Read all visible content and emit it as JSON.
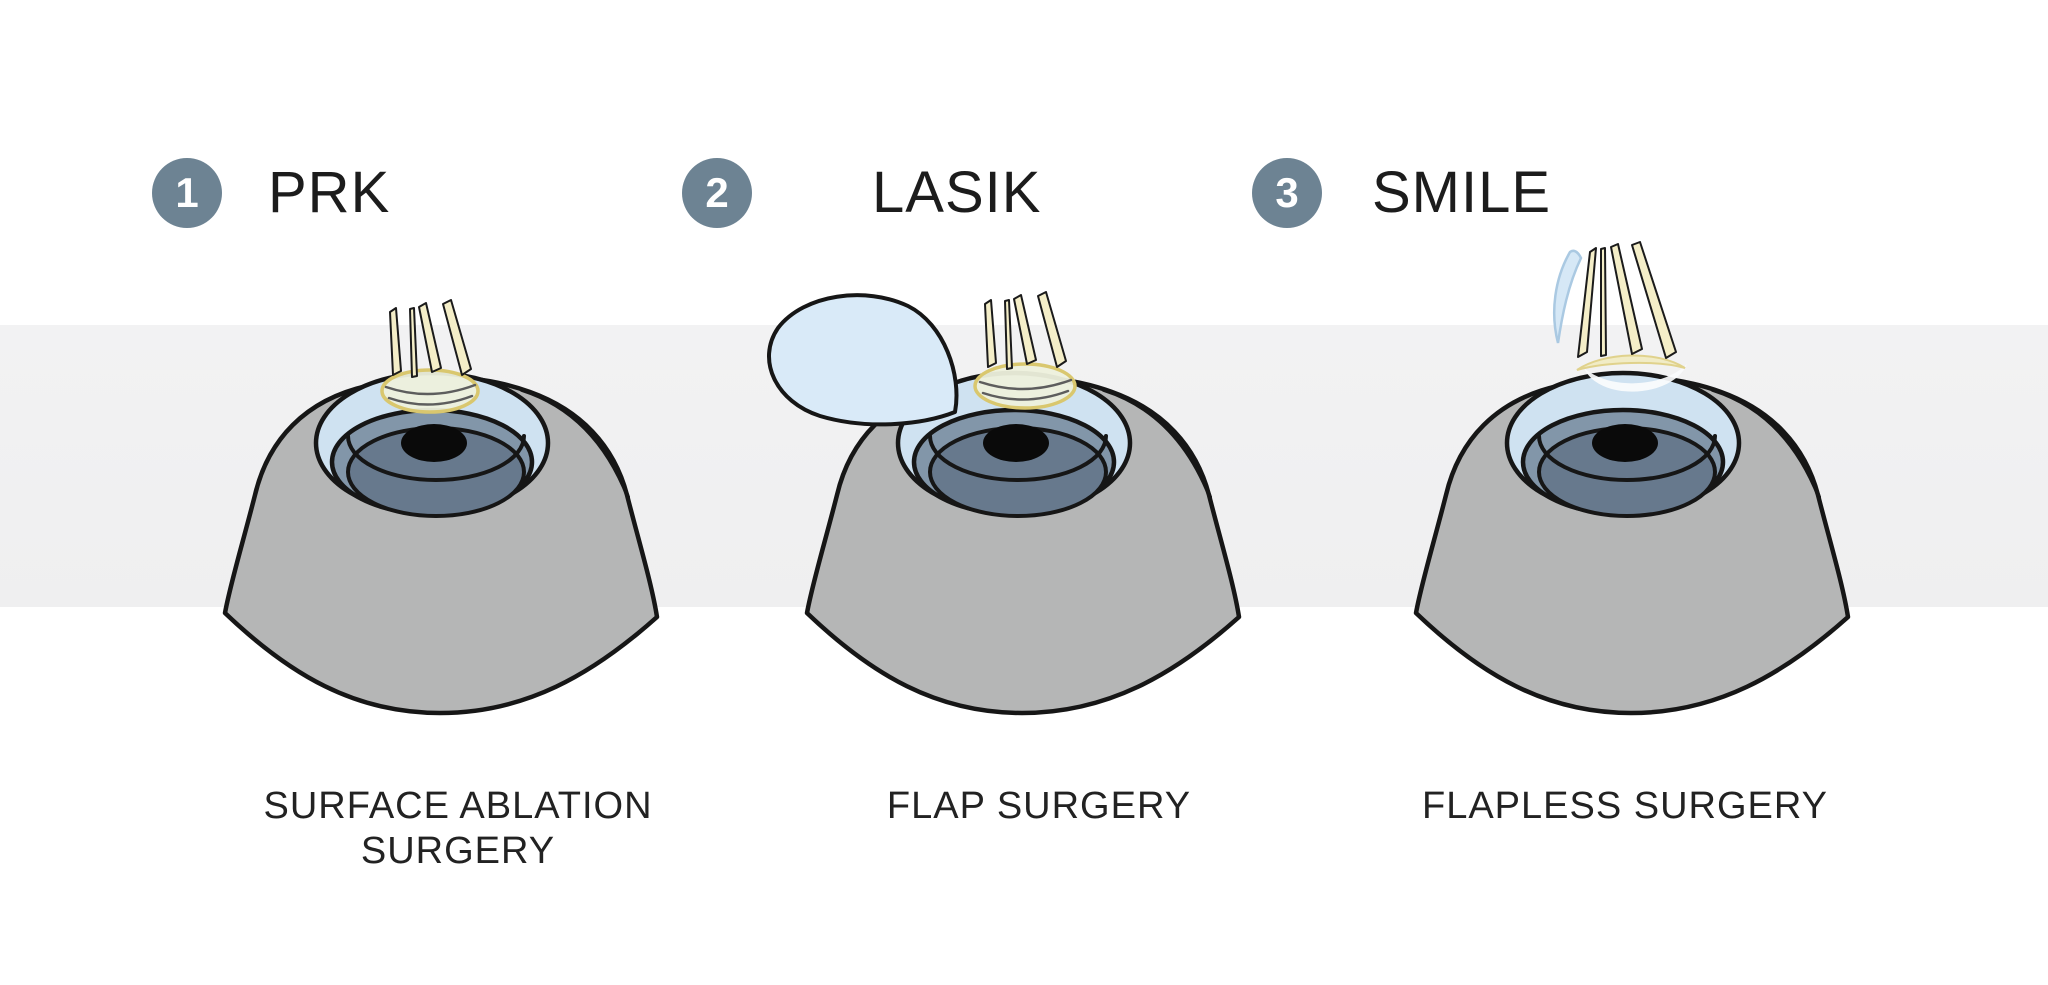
{
  "panels": [
    {
      "number": "1",
      "title": "PRK",
      "caption": "SURFACE ABLATION SURGERY"
    },
    {
      "number": "2",
      "title": "LASIK",
      "caption": "FLAP SURGERY"
    },
    {
      "number": "3",
      "title": "SMILE",
      "caption": "FLAPLESS SURGERY"
    }
  ],
  "colors": {
    "background": "#ffffff",
    "band": "#f2f2f3",
    "step_badge": "#6d8393",
    "badge_number": "#ffffff",
    "heading_text": "#1c1c1c",
    "caption_text": "#222222",
    "sclera": "#b5b6b6",
    "cornea": "#cfe2f1",
    "iris": "#8296a9",
    "iris_inner": "#67798d",
    "pupil": "#0a0a0a",
    "outline": "#161616",
    "laser_beam": "#f4eec8",
    "ablation_zone": "#edf0dc",
    "ablation_border": "#d9c76e",
    "flap": "#d9eaf8",
    "lenticule": "#d6e8f6"
  }
}
